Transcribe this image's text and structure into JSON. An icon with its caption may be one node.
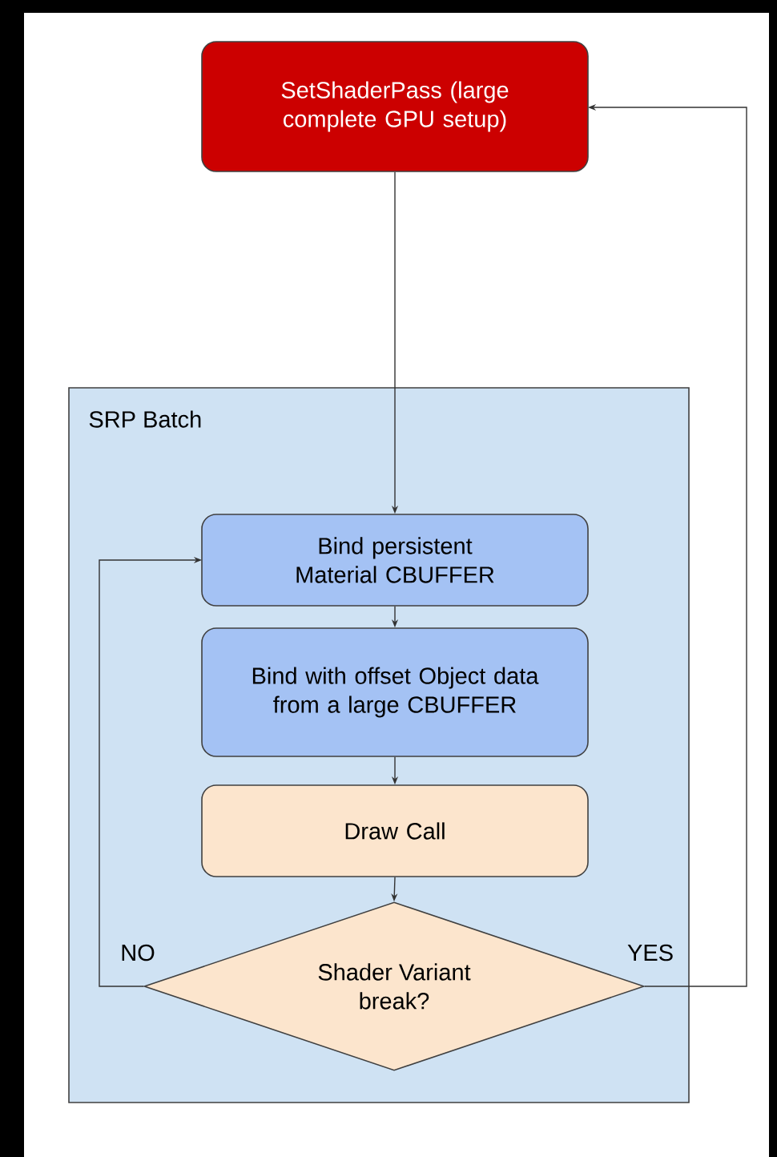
{
  "diagram": {
    "nodes": [
      {
        "text": [
          "SetShaderPass (large complete GPU setup)"
        ]
      },
      {
        "text": [
          "SRP Batch"
        ]
      },
      {
        "text": [
          "Bind persistent Material CBUFFER"
        ],
        "in": 1
      },
      {
        "text": [
          "Bind with offset Object data from a large CBUFFER"
        ],
        "in": 1
      },
      {
        "text": [
          "Draw Call"
        ],
        "in": 1
      },
      {
        "text": [
          "Shader Variant break?"
        ],
        "in": 1
      }
    ],
    "edges": [
      {
        "from": 0,
        "to": 2,
        "arrow": "to"
      },
      {
        "from": 2,
        "to": 3,
        "arrow": "to"
      },
      {
        "from": 3,
        "to": 4,
        "arrow": "to"
      },
      {
        "from": 4,
        "to": 5,
        "arrow": "to"
      },
      {
        "from": 5,
        "to": 2,
        "arrow": "to",
        "label": "NO"
      },
      {
        "from": 5,
        "to": 0,
        "arrow": "to",
        "label": "YES"
      }
    ]
  }
}
